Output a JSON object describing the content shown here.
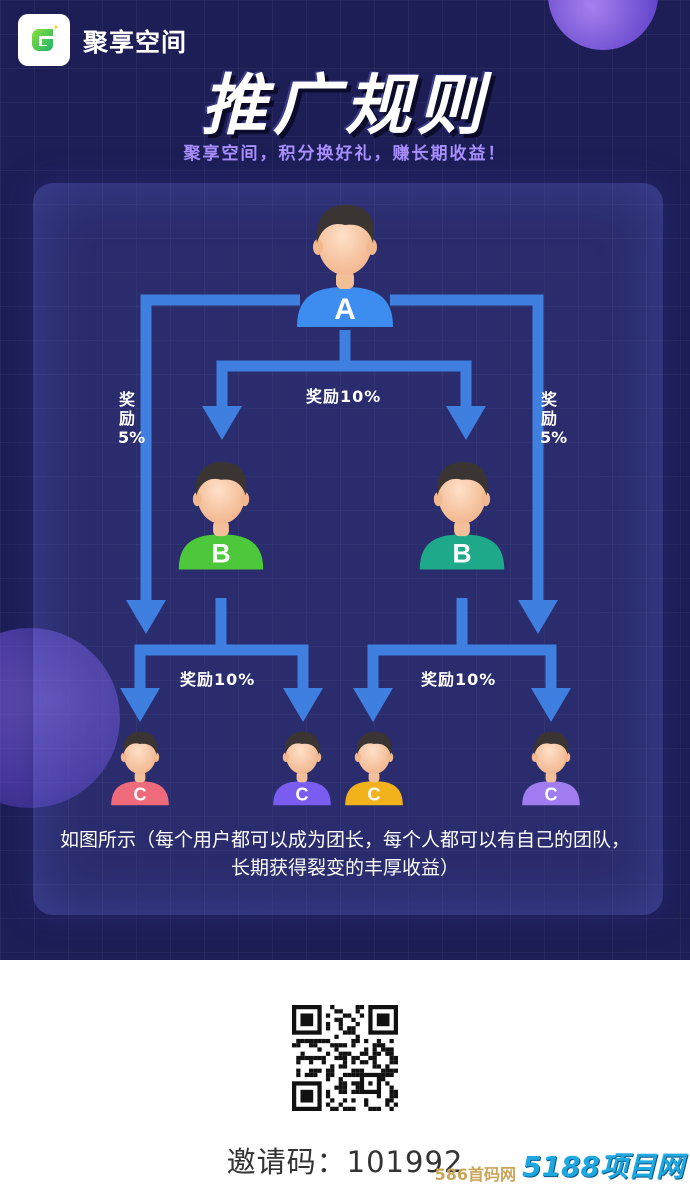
{
  "header": {
    "brand": "聚享空间",
    "title": "推广规则",
    "subtitle": "聚享空间，积分换好礼，赚长期收益！"
  },
  "diagram": {
    "nodes": {
      "a": "A",
      "b1": "B",
      "b2": "B",
      "c1": "C",
      "c2": "C",
      "c3": "C",
      "c4": "C"
    },
    "labels": {
      "reward_top": "奖励10%",
      "reward_left_side": "奖励5%",
      "reward_right_side": "奖励5%",
      "reward_left_bottom": "奖励10%",
      "reward_right_bottom": "奖励10%"
    },
    "caption": "如图所示（每个用户都可以成为团长，每个人都可以有自己的团队，长期获得裂变的丰厚收益）"
  },
  "footer": {
    "invite_label": "邀请码：",
    "invite_code": "101992",
    "watermark_a": "586首码网",
    "watermark_b": "5188项目网"
  },
  "colors": {
    "background": "#1d1e56",
    "arrow": "#3f7fe0",
    "node_a": "#3d8cf0",
    "node_b1": "#4cc83a",
    "node_b2": "#1ea98a",
    "node_c1": "#ef6b7c",
    "node_c2": "#7a5cf0",
    "node_c3": "#f2b21c",
    "node_c4": "#a07cf0"
  },
  "icons": {
    "logo": "brand-g-logo-icon",
    "person": "person-avatar-icon",
    "qr": "qr-code-icon"
  }
}
